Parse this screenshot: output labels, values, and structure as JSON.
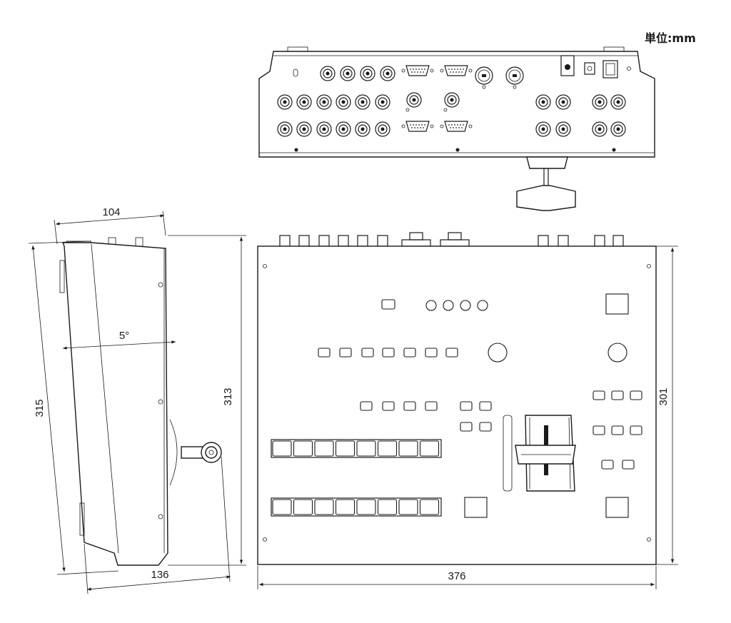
{
  "unit_label": "単位:mm",
  "dimensions": {
    "side_top_width": "104",
    "side_angle": "5°",
    "side_slant_height": "315",
    "side_height": "313",
    "side_bottom_width": "136",
    "front_height": "301",
    "front_width": "376"
  }
}
